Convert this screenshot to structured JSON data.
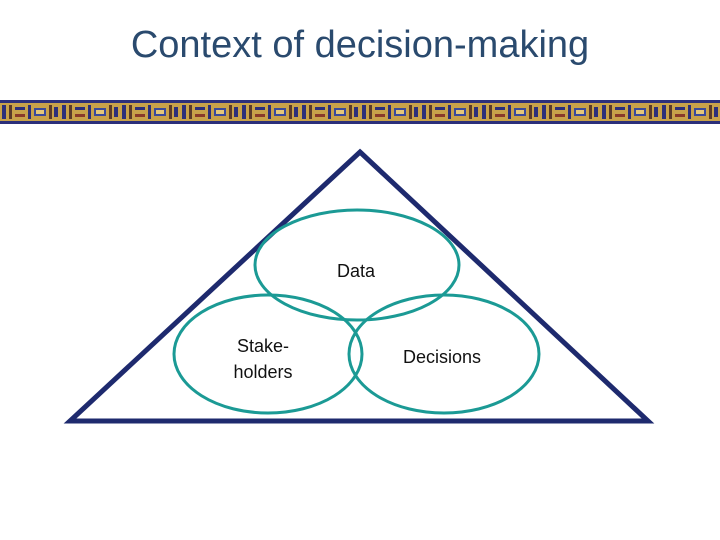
{
  "slide": {
    "title": "Context of decision-making"
  },
  "diagram": {
    "circles": {
      "data": {
        "label": "Data"
      },
      "stakeholders": {
        "label_line1": "Stake-",
        "label_line2": "holders"
      },
      "decisions": {
        "label": "Decisions"
      }
    },
    "colors": {
      "triangle": "#1e2a6e",
      "circles": "#1b9a95",
      "banner_dark": "#2c2f7a",
      "banner_light": "#c8a24a"
    }
  }
}
